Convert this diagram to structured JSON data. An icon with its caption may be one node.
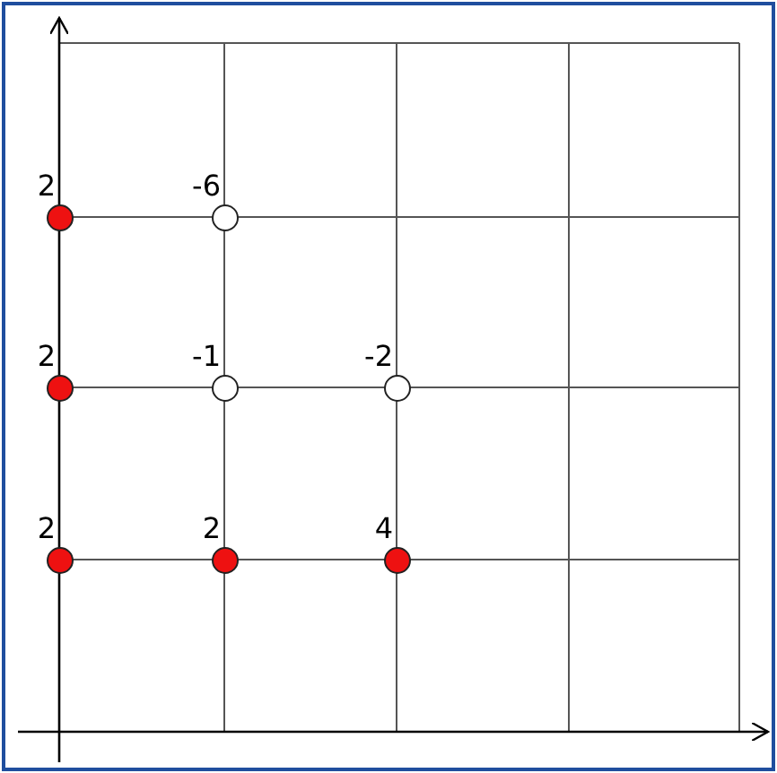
{
  "diagram": {
    "nodes": [
      {
        "text": [],
        "shape": "circle",
        "beside": [
          "2"
        ]
      },
      {
        "text": [],
        "shape": "circle",
        "beside": [
          "-6"
        ]
      },
      {
        "text": [],
        "shape": "circle",
        "beside": [
          "2"
        ]
      },
      {
        "text": [],
        "shape": "circle",
        "beside": [
          "-1"
        ]
      },
      {
        "text": [],
        "shape": "circle",
        "beside": [
          "-2"
        ]
      },
      {
        "text": [],
        "shape": "circle",
        "beside": [
          "2"
        ]
      },
      {
        "text": [],
        "shape": "circle",
        "beside": [
          "2"
        ]
      },
      {
        "text": [],
        "shape": "circle",
        "beside": [
          "4"
        ]
      }
    ],
    "edges": []
  }
}
